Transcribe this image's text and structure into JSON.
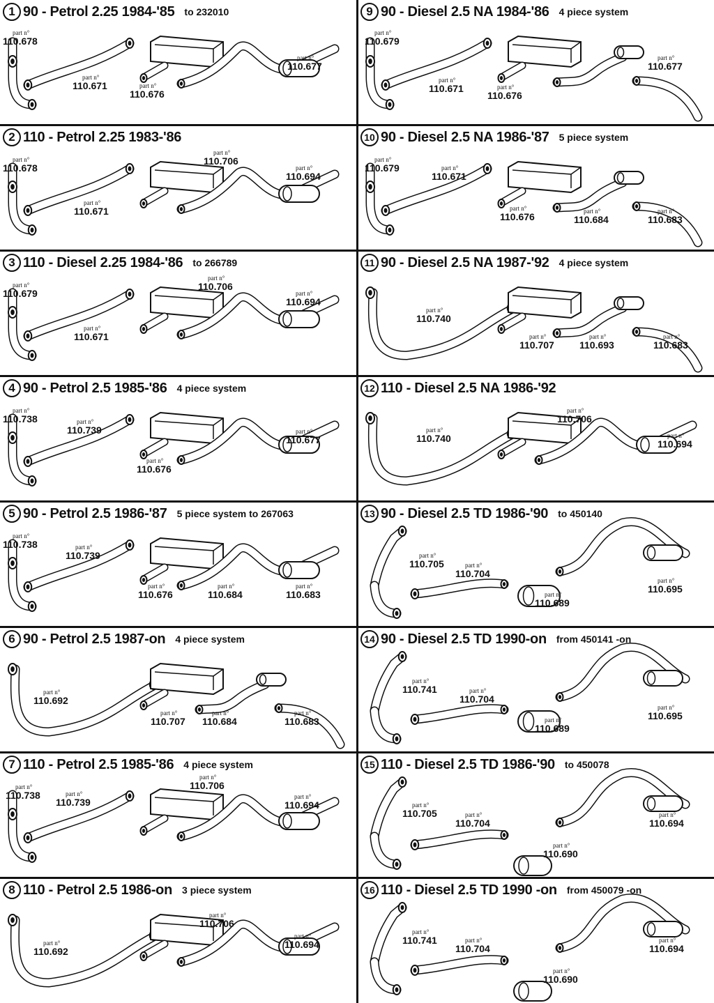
{
  "panels": [
    {
      "num": "1",
      "title": "90 - Petrol 2.25 1984-'85",
      "note": "to 232010",
      "labels": [
        {
          "prefix": "part n°",
          "part": "110.678"
        },
        {
          "prefix": "part n°",
          "part": "110.671"
        },
        {
          "prefix": "part n°",
          "part": "110.676"
        },
        {
          "prefix": "part n°",
          "part": "110.677"
        }
      ]
    },
    {
      "num": "9",
      "title": "90 - Diesel 2.5 NA 1984-'86",
      "note": "4 piece system",
      "labels": [
        {
          "prefix": "part n°",
          "part": "110.679"
        },
        {
          "prefix": "part n°",
          "part": "110.671"
        },
        {
          "prefix": "part n°",
          "part": "110.676"
        },
        {
          "prefix": "part n°",
          "part": "110.677"
        }
      ]
    },
    {
      "num": "2",
      "title": "110 - Petrol 2.25 1983-'86",
      "note": "",
      "labels": [
        {
          "prefix": "part n°",
          "part": "110.678"
        },
        {
          "prefix": "part n°",
          "part": "110.671"
        },
        {
          "prefix": "part n°",
          "part": "110.706"
        },
        {
          "prefix": "part n°",
          "part": "110.694"
        }
      ]
    },
    {
      "num": "10",
      "title": "90 - Diesel 2.5 NA 1986-'87",
      "note": "5 piece system",
      "labels": [
        {
          "prefix": "part n°",
          "part": "110.679"
        },
        {
          "prefix": "part n°",
          "part": "110.671"
        },
        {
          "prefix": "part n°",
          "part": "110.676"
        },
        {
          "prefix": "part n°",
          "part": "110.684"
        },
        {
          "prefix": "part n°",
          "part": "110.683"
        }
      ]
    },
    {
      "num": "3",
      "title": "110 - Diesel 2.25 1984-'86",
      "note": "to 266789",
      "labels": [
        {
          "prefix": "part n°",
          "part": "110.679"
        },
        {
          "prefix": "part n°",
          "part": "110.671"
        },
        {
          "prefix": "part n°",
          "part": "110.706"
        },
        {
          "prefix": "part n°",
          "part": "110.694"
        }
      ]
    },
    {
      "num": "11",
      "title": "90 - Diesel 2.5 NA 1987-'92",
      "note": "4 piece system",
      "labels": [
        {
          "prefix": "part n°",
          "part": "110.740"
        },
        {
          "prefix": "part n°",
          "part": "110.707"
        },
        {
          "prefix": "part n°",
          "part": "110.693"
        },
        {
          "prefix": "part n°",
          "part": "110.683"
        }
      ]
    },
    {
      "num": "4",
      "title": "90 - Petrol 2.5 1985-'86",
      "note": "4 piece system",
      "labels": [
        {
          "prefix": "part n°",
          "part": "110.738"
        },
        {
          "prefix": "part n°",
          "part": "110.739"
        },
        {
          "prefix": "part n°",
          "part": "110.676"
        },
        {
          "prefix": "part n°",
          "part": "110.677"
        }
      ]
    },
    {
      "num": "12",
      "title": "110 - Diesel 2.5 NA 1986-'92",
      "note": "",
      "labels": [
        {
          "prefix": "part n°",
          "part": "110.740"
        },
        {
          "prefix": "part n°",
          "part": "110.706"
        },
        {
          "prefix": "part n°",
          "part": "110.694"
        }
      ]
    },
    {
      "num": "5",
      "title": "90 - Petrol 2.5 1986-'87",
      "note": "5 piece system to 267063",
      "labels": [
        {
          "prefix": "part n°",
          "part": "110.738"
        },
        {
          "prefix": "part n°",
          "part": "110.739"
        },
        {
          "prefix": "part n°",
          "part": "110.676"
        },
        {
          "prefix": "part n°",
          "part": "110.684"
        },
        {
          "prefix": "part n°",
          "part": "110.683"
        }
      ]
    },
    {
      "num": "13",
      "title": "90 - Diesel 2.5 TD 1986-'90",
      "note": "to 450140",
      "labels": [
        {
          "prefix": "part n°",
          "part": "110.705"
        },
        {
          "prefix": "part n°",
          "part": "110.704"
        },
        {
          "prefix": "part n°",
          "part": "110.689"
        },
        {
          "prefix": "part n°",
          "part": "110.695"
        }
      ]
    },
    {
      "num": "6",
      "title": "90 - Petrol 2.5 1987-on",
      "note": "4 piece system",
      "labels": [
        {
          "prefix": "part n°",
          "part": "110.692"
        },
        {
          "prefix": "part n°",
          "part": "110.707"
        },
        {
          "prefix": "part n°",
          "part": "110.684"
        },
        {
          "prefix": "part n°",
          "part": "110.683"
        }
      ]
    },
    {
      "num": "14",
      "title": "90 - Diesel 2.5 TD 1990-on",
      "note": "from 450141 -on",
      "labels": [
        {
          "prefix": "part n°",
          "part": "110.741"
        },
        {
          "prefix": "part n°",
          "part": "110.704"
        },
        {
          "prefix": "part n°",
          "part": "110.689"
        },
        {
          "prefix": "part n°",
          "part": "110.695"
        }
      ]
    },
    {
      "num": "7",
      "title": "110 - Petrol 2.5 1985-'86",
      "note": "4 piece system",
      "labels": [
        {
          "prefix": "part n°",
          "part": "110.738"
        },
        {
          "prefix": "part n°",
          "part": "110.739"
        },
        {
          "prefix": "part n°",
          "part": "110.706"
        },
        {
          "prefix": "part n°",
          "part": "110.694"
        }
      ]
    },
    {
      "num": "15",
      "title": "110 - Diesel 2.5 TD 1986-'90",
      "note": "to 450078",
      "labels": [
        {
          "prefix": "part n°",
          "part": "110.705"
        },
        {
          "prefix": "part n°",
          "part": "110.704"
        },
        {
          "prefix": "part n°",
          "part": "110.690"
        },
        {
          "prefix": "part n°",
          "part": "110.694"
        }
      ]
    },
    {
      "num": "8",
      "title": "110 - Petrol 2.5 1986-on",
      "note": "3 piece system",
      "labels": [
        {
          "prefix": "part n°",
          "part": "110.692"
        },
        {
          "prefix": "part n°",
          "part": "110.706"
        },
        {
          "prefix": "part n°",
          "part": "110.694"
        }
      ]
    },
    {
      "num": "16",
      "title": "110 - Diesel 2.5 TD 1990 -on",
      "note": "from 450079 -on",
      "labels": [
        {
          "prefix": "part n°",
          "part": "110.741"
        },
        {
          "prefix": "part n°",
          "part": "110.704"
        },
        {
          "prefix": "part n°",
          "part": "110.690"
        },
        {
          "prefix": "part n°",
          "part": "110.694"
        }
      ]
    }
  ]
}
